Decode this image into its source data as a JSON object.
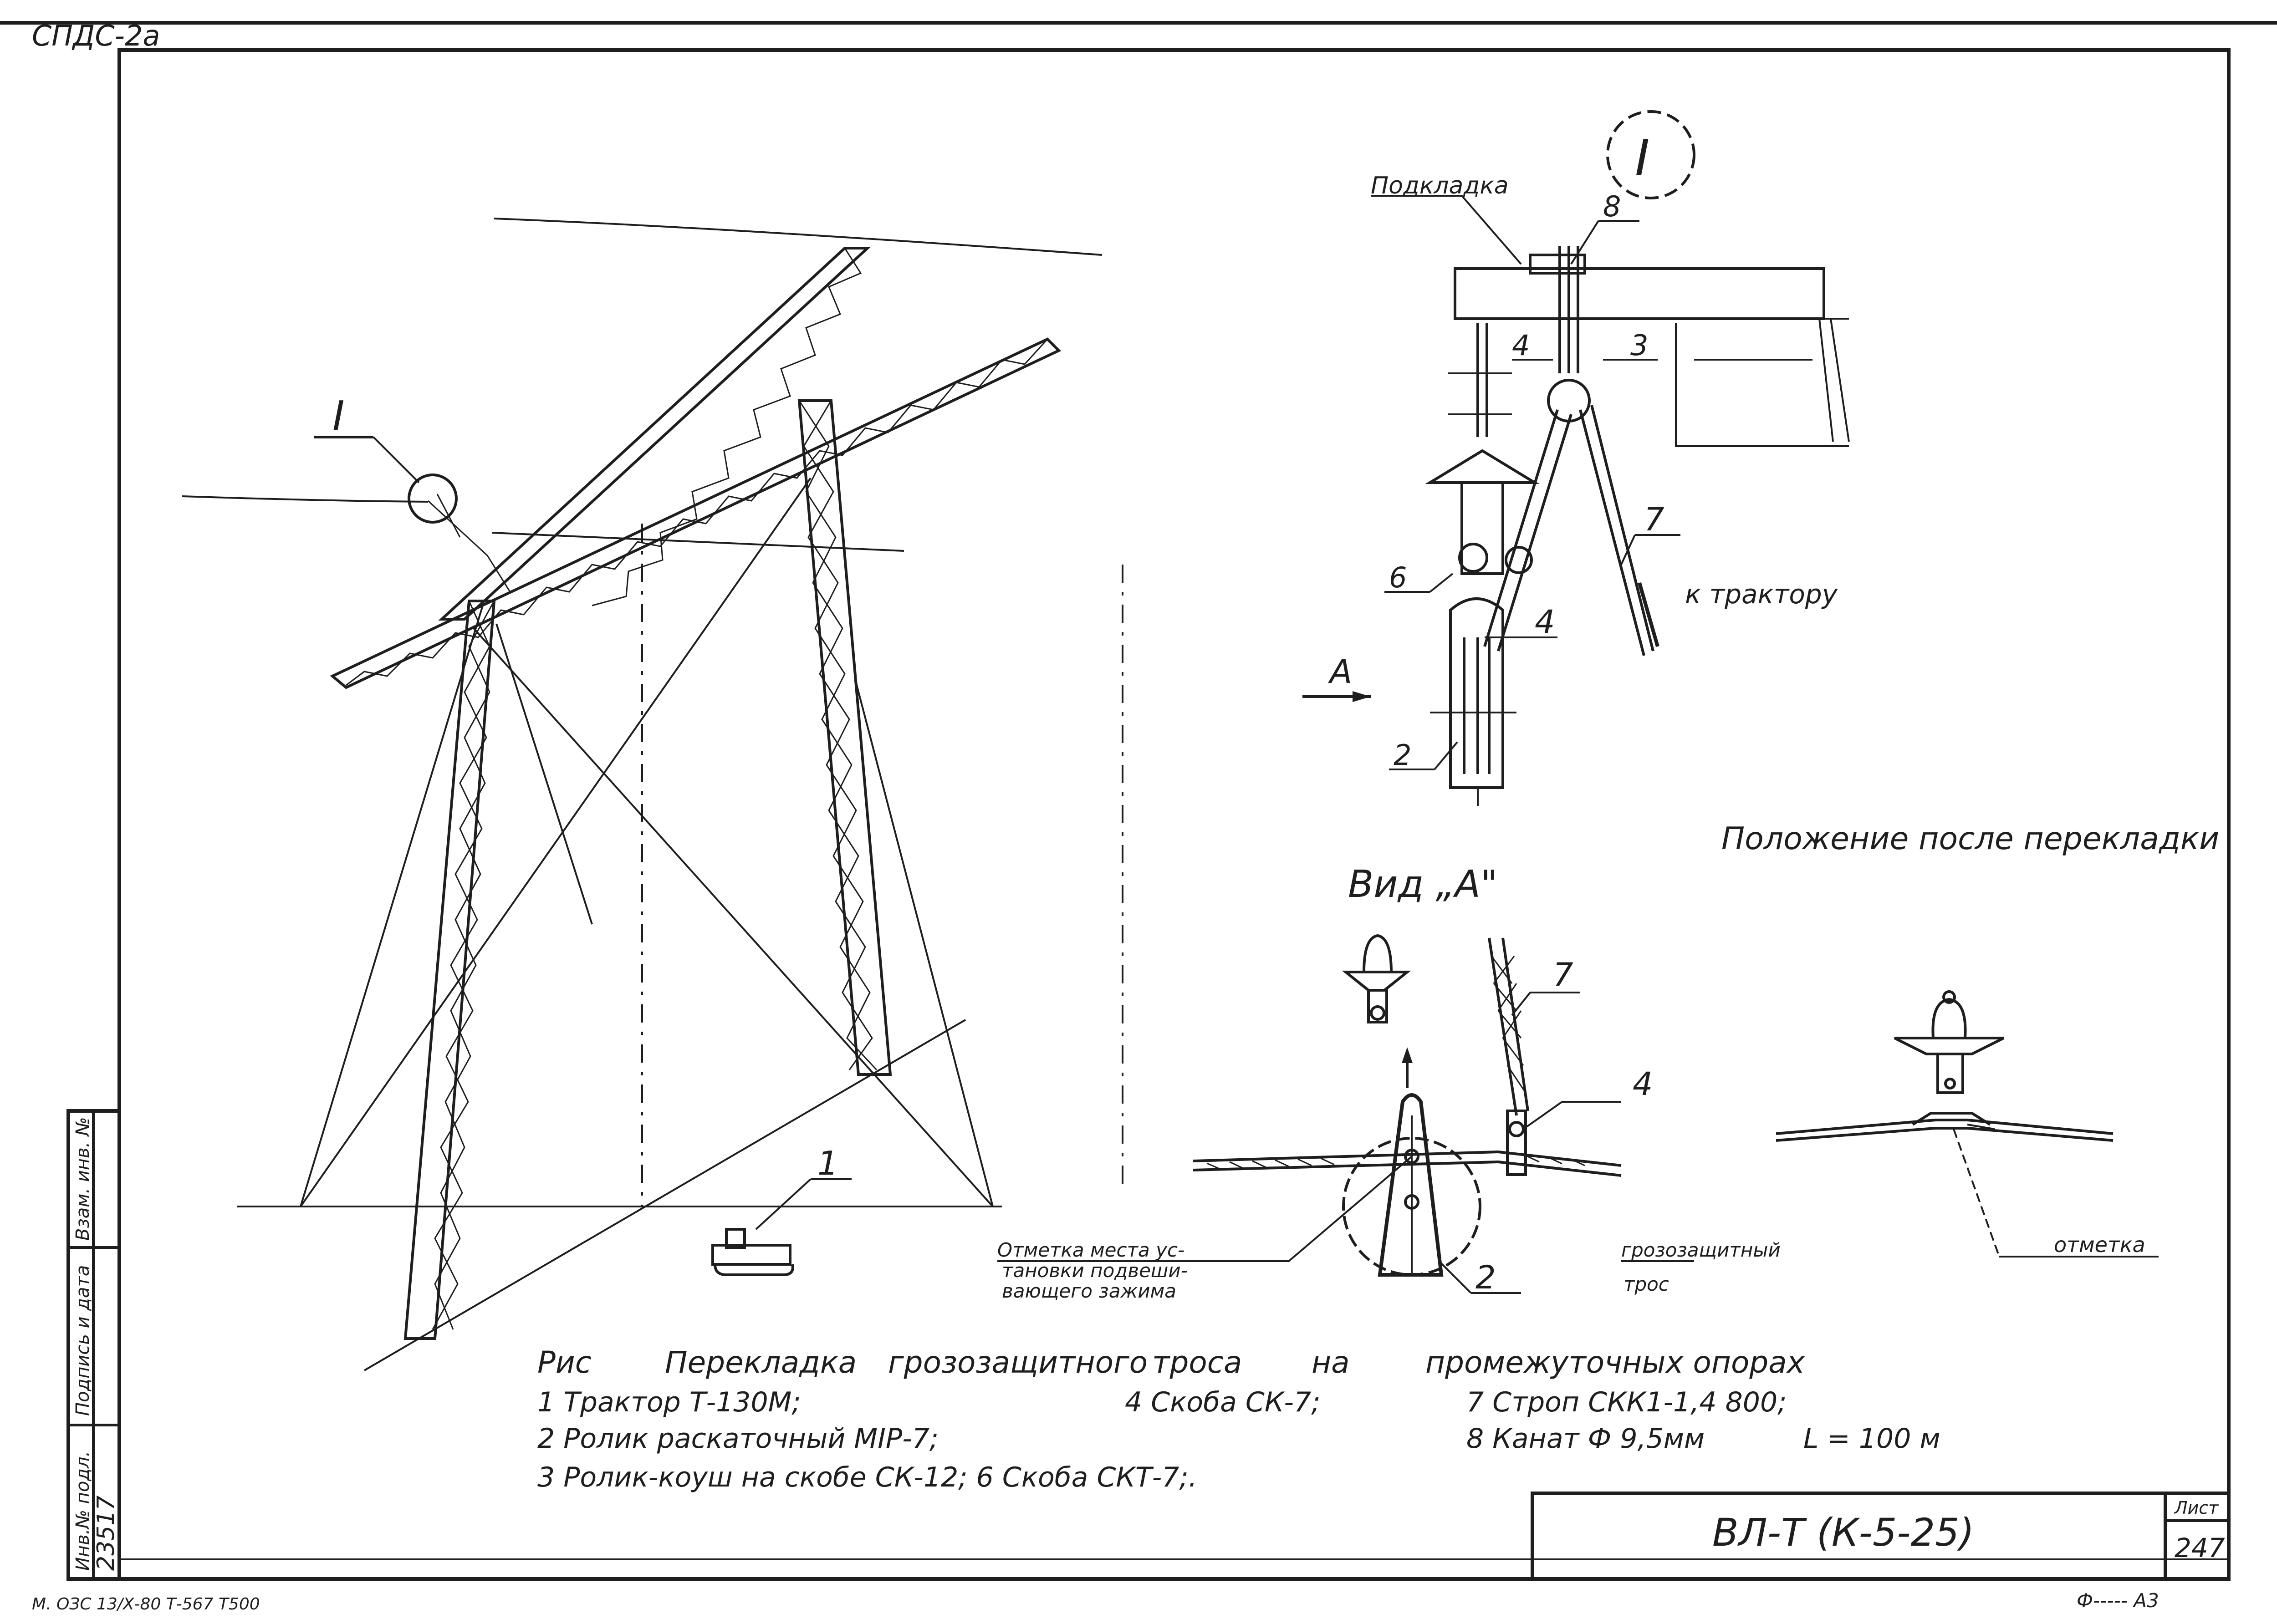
{
  "sheet": {
    "series_code": "СПДС-2а",
    "footer_left": "М. ОЗС 13/Х-80 Т-567 Т500",
    "format": "Ф----- А3",
    "drawing_code": "ВЛ-Т (К-5-25)",
    "sheet_label": "Лист",
    "sheet_number": "247"
  },
  "side_stamp": {
    "inv_podl": "Инв.№ подл.",
    "sign_date": "Подпись и дата",
    "vzam_inv": "Взам. инв. №",
    "number": "23517"
  },
  "tower": {
    "view_callout": "I",
    "part_1": "1"
  },
  "detail_I": {
    "callout": "I",
    "lining_label": "Подкладка",
    "labels": [
      "8",
      "4",
      "3",
      "7",
      "6",
      "4",
      "2"
    ],
    "to_tractor": "к трактору",
    "view_arrow": "А"
  },
  "view_A": {
    "title": "Вид „А\"",
    "labels": [
      "7",
      "4",
      "2"
    ],
    "mark_note_lines": [
      "Отметка места ус-",
      "тановки подвеши-",
      "вающего зажима"
    ],
    "cable_lines": [
      "грозозащитный",
      "трос"
    ]
  },
  "after_shift": {
    "title": "Положение после перекладки",
    "mark_label": "отметка"
  },
  "caption": {
    "title_lines": [
      "Рис",
      "Перекладка",
      "грозозащитного",
      "троса",
      "на",
      "промежуточных опорах"
    ],
    "items": [
      "1 Трактор Т-130М;",
      "4 Скоба СК-7;",
      "7 Строп СКК1-1,4 800;",
      "2 Ролик раскаточный МIР-7;",
      "8 Канат Ф 9,5мм",
      "L = 100 м",
      "3 Ролик-коуш на скобе СК-12; 6 Скоба СКТ-7;."
    ]
  }
}
